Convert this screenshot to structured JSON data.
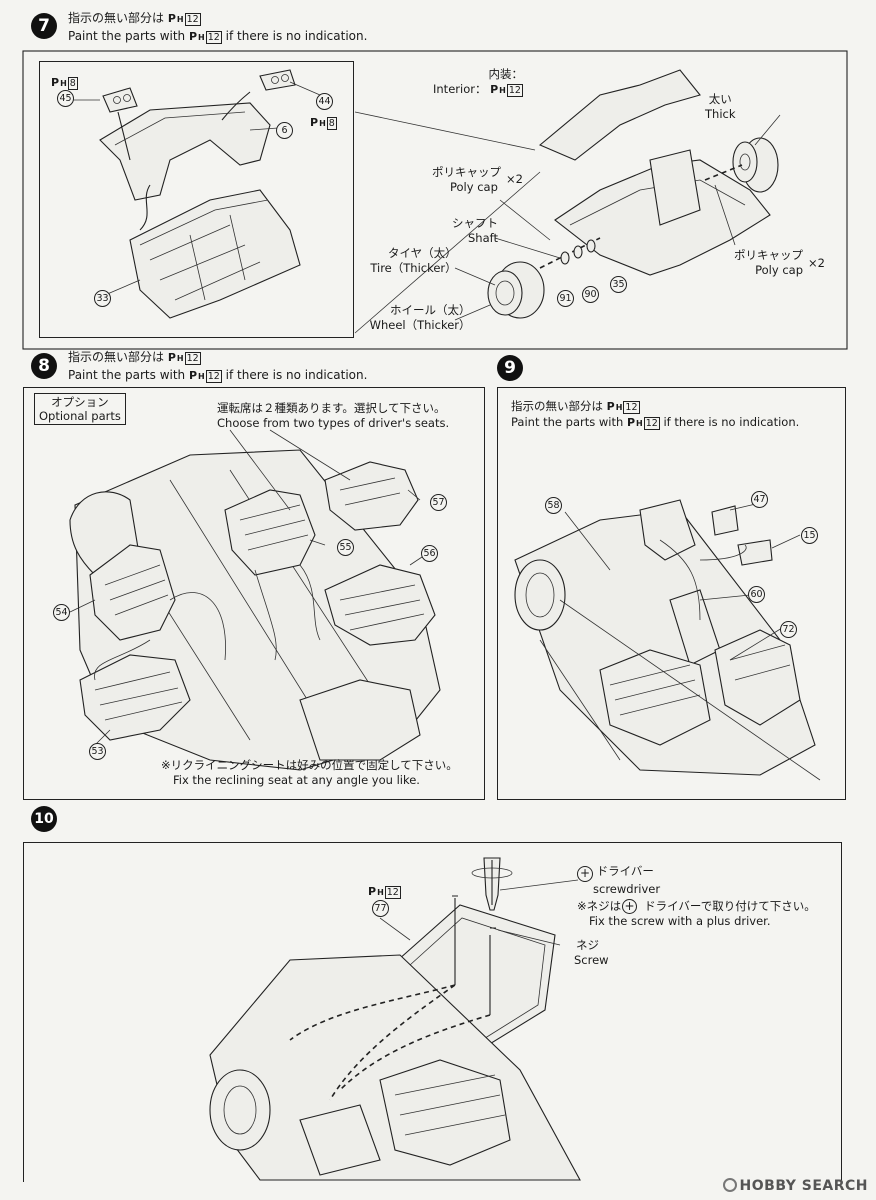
{
  "step7": {
    "number": "7",
    "note_jp": "指示の無い部分は",
    "note_en": "Paint the parts with",
    "note_en_tail": "if there is no indication.",
    "paint_code": "12",
    "labels": {
      "interior_jp": "内装：",
      "interior_en": "Interior：",
      "interior_code": "12",
      "thick_jp": "太い",
      "thick_en": "Thick",
      "polycap_jp": "ポリキャップ",
      "polycap_en": "Poly cap",
      "polycap_count": "×2",
      "polycap2_jp": "ポリキャップ",
      "polycap2_en": "Poly cap",
      "polycap2_count": "×2",
      "shaft_jp": "シャフト",
      "shaft_en": "Shaft",
      "tire_jp": "タイヤ（太）",
      "tire_en": "Tire（Thicker）",
      "wheel_jp": "ホイール（太）",
      "wheel_en": "Wheel（Thicker）",
      "ph8_a": "8",
      "ph8_b": "8"
    },
    "parts": [
      "45",
      "44",
      "6",
      "33",
      "91",
      "90",
      "35"
    ]
  },
  "step8": {
    "number": "8",
    "note_jp": "指示の無い部分は",
    "note_en": "Paint the parts with",
    "note_en_tail": "if there is no indication.",
    "paint_code": "12",
    "optional_jp": "オプション",
    "optional_en": "Optional parts",
    "choose_jp": "運転席は２種類あります。選択して下さい。",
    "choose_en": "Choose from two types of driver's seats.",
    "recline_jp": "※リクライニングシートは好みの位置で固定して下さい。",
    "recline_en": "Fix the reclining seat at any angle you like.",
    "parts": [
      "57",
      "55",
      "56",
      "54",
      "53"
    ]
  },
  "step9": {
    "number": "9",
    "note_jp": "指示の無い部分は",
    "note_en": "Paint the parts with",
    "note_en_tail": "if there is no indication.",
    "paint_code": "12",
    "parts": [
      "58",
      "47",
      "15",
      "60",
      "72"
    ]
  },
  "step10": {
    "number": "10",
    "paint_code": "12",
    "driver_jp": "ドライバー",
    "driver_en": "screwdriver",
    "fix_jp": "※ネジは　　ドライバーで取り付けて下さい。",
    "fix_en": "Fix the screw with a plus driver.",
    "screw_jp": "ネジ",
    "screw_en": "Screw",
    "parts": [
      "77"
    ]
  },
  "paint_prefix": "P",
  "paint_sub": "H",
  "watermark": "HOBBY SEARCH",
  "icons": [
    "screwdriver-icon",
    "plus-driver-icon",
    "hobbysearch-logo"
  ]
}
